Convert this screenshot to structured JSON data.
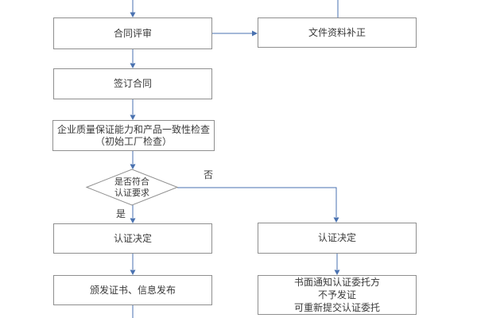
{
  "flowchart": {
    "title": "certification-process-flowchart",
    "colors": {
      "box_border": "#8f8f8f",
      "connector": "#4a72b0",
      "text": "#3a3a3a",
      "background": "#ffffff"
    },
    "nodes": {
      "contract_review": {
        "label": "合同评审"
      },
      "document_correction": {
        "label": "文件资料补正"
      },
      "sign_contract": {
        "label": "签订合同"
      },
      "factory_inspection": {
        "line1": "企业质量保证能力和产品一致性检查",
        "line2": "（初始工厂检查）"
      },
      "decision": {
        "line1": "是否符合",
        "line2": "认证要求"
      },
      "cert_decision_left": {
        "label": "认证决定"
      },
      "cert_decision_right": {
        "label": "认证决定"
      },
      "issue_certificate": {
        "label": "颁发证书、信息发布"
      },
      "reject_notice": {
        "line1": "书面通知认证委托方",
        "line2": "不予发证",
        "line3": "可重新提交认证委托"
      }
    },
    "edge_labels": {
      "yes": "是",
      "no": "否"
    }
  }
}
